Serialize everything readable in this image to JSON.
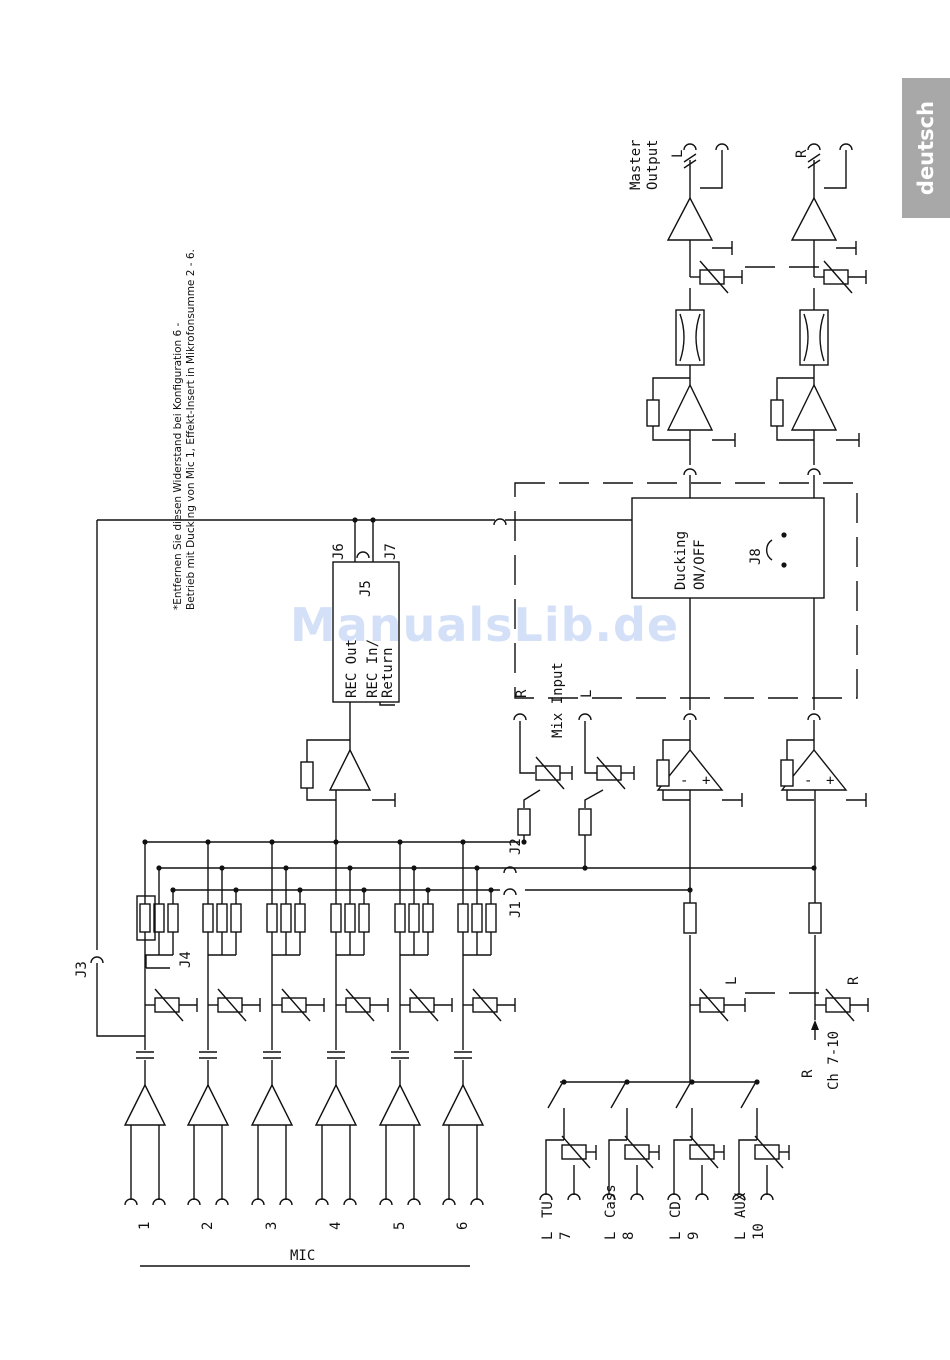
{
  "side_tab": {
    "label": "deutsch"
  },
  "footnote": {
    "line1": "*Entfernen Sie diesen Widerstand bei Konfiguration 6 -",
    "line2": "Betrieb mit Ducking von Mic 1, Effekt-Insert in Mikrofonsumme 2 - 6."
  },
  "watermark": "ManualsLib.de",
  "diagram": {
    "mic_group_label": "MIC",
    "mic_inputs": [
      "1",
      "2",
      "3",
      "4",
      "5",
      "6"
    ],
    "line_inputs": [
      {
        "num": "7",
        "label": "TU",
        "side": "L"
      },
      {
        "num": "8",
        "label": "Cass",
        "side": "L"
      },
      {
        "num": "9",
        "label": "CD",
        "side": "L"
      },
      {
        "num": "10",
        "label": "AUX",
        "side": "L"
      }
    ],
    "jumpers": [
      "J1",
      "J2",
      "J3",
      "J4",
      "J5",
      "J6",
      "J7",
      "J8"
    ],
    "rec_out": "REC Out",
    "rec_in_return": [
      "REC In/",
      "Return"
    ],
    "mix_input": "Mix Input",
    "mix_input_sides": [
      "R",
      "L"
    ],
    "ducking": [
      "Ducking",
      "ON/OFF"
    ],
    "master_output": [
      "Master",
      "Output"
    ],
    "master_sides": [
      "L",
      "R"
    ],
    "ch_7_10": "Ch 7-10",
    "ch_side": "R",
    "bus_sides": [
      "L",
      "R"
    ]
  }
}
